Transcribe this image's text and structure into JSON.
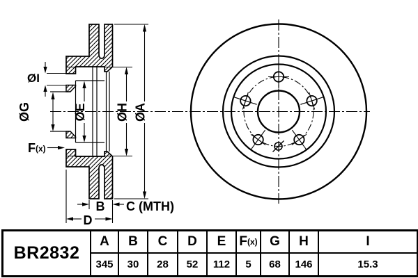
{
  "drawing": {
    "dim_labels": {
      "i": "ØI",
      "g": "ØG",
      "e": "ØE",
      "h": "ØH",
      "a": "ØA",
      "f_main": "F",
      "f_sub": "(x)",
      "b": "B",
      "c_mth": "C (MTH)",
      "d": "D"
    }
  },
  "table": {
    "part_number": "BR2832",
    "columns": [
      "A",
      "B",
      "C",
      "D",
      "E",
      "F",
      "G",
      "H",
      "I"
    ],
    "f_suffix": "(x)",
    "values": [
      "345",
      "30",
      "28",
      "52",
      "112",
      "5",
      "68",
      "146",
      "15.3"
    ]
  },
  "colors": {
    "ink": "#000000",
    "paper": "#ffffff"
  }
}
